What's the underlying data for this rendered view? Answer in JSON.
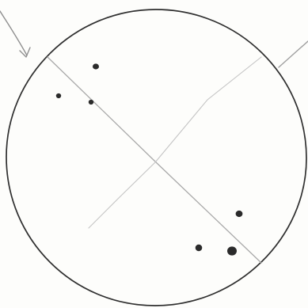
{
  "diagram": {
    "type": "hand-drawn sketch",
    "elements": [
      "circle",
      "diagonal-line",
      "crosshair-line",
      "arrow",
      "dots"
    ],
    "dot_count": 6,
    "colors": {
      "ink": "#2b2b2b",
      "pencil": "#9a9a9a",
      "pencil_light": "#b8b8b8",
      "paper": "#fdfdfb"
    }
  }
}
